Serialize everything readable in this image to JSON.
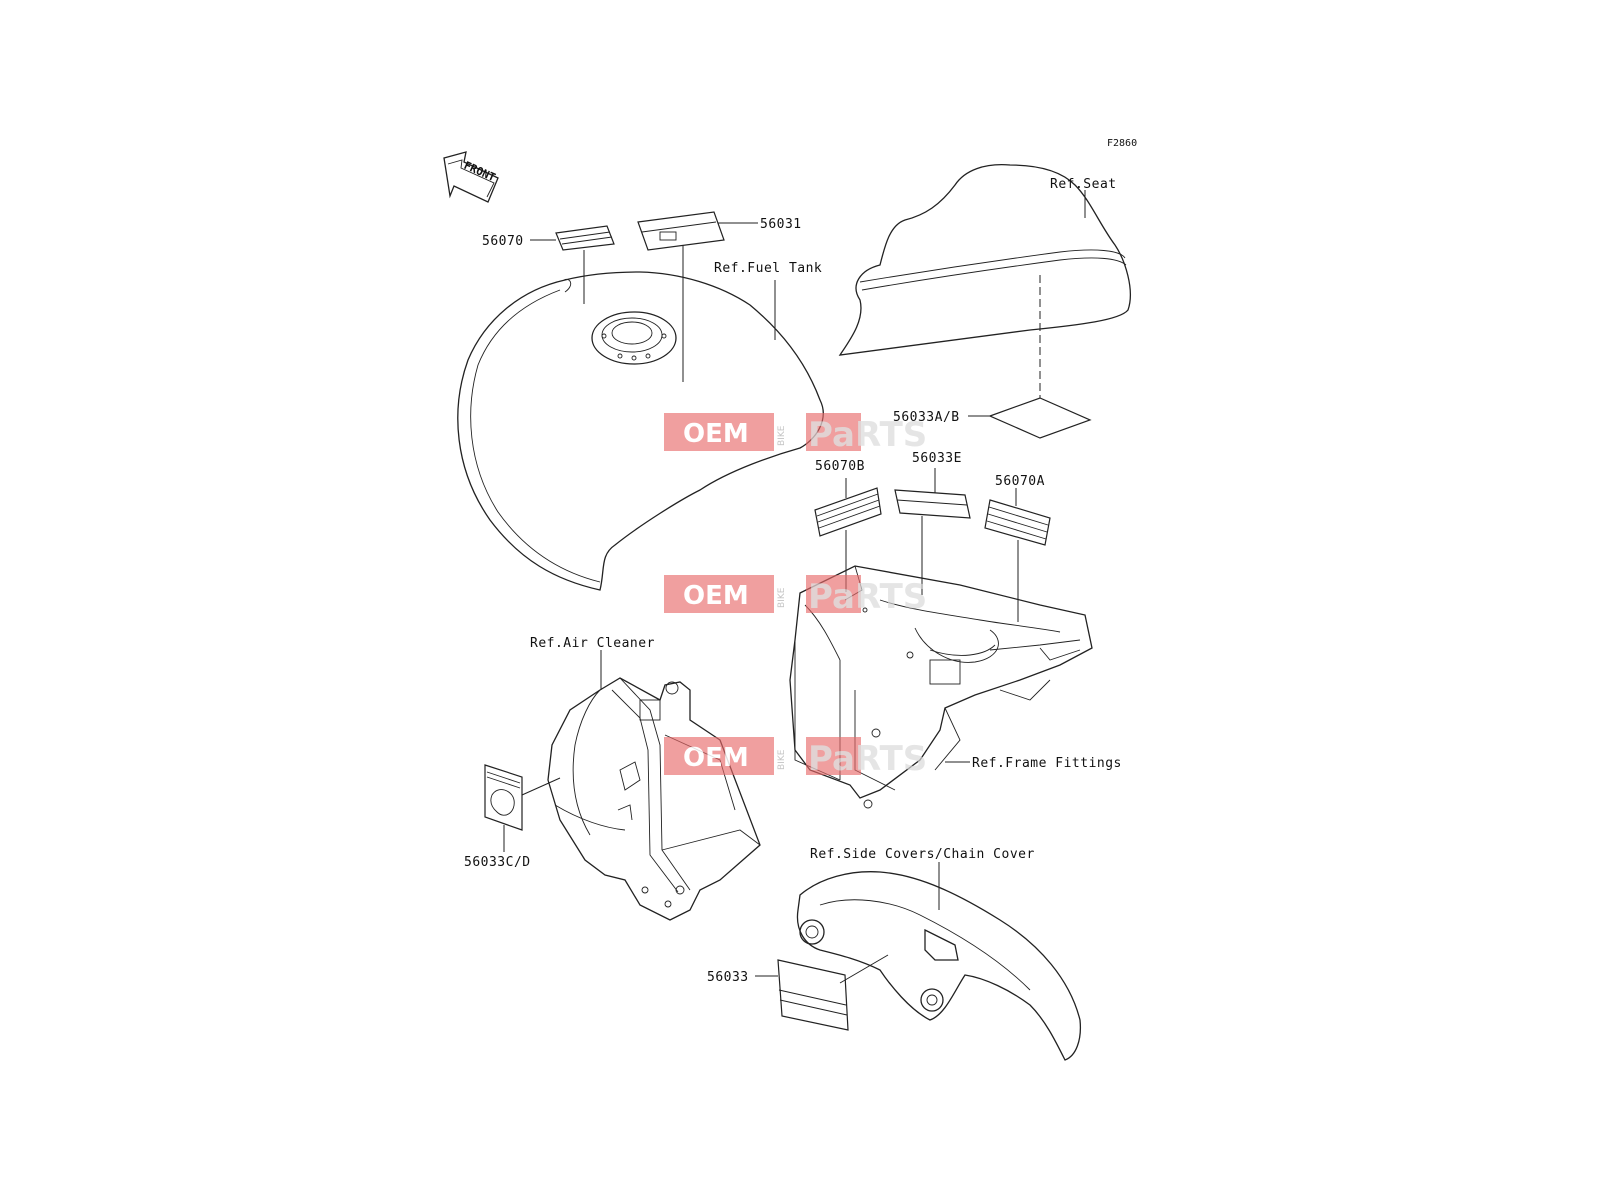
{
  "diagram_code": "F2860",
  "front_arrow": "FRONT",
  "labels": {
    "p56070": "56070",
    "p56031": "56031",
    "fuel_tank": "Ref.Fuel Tank",
    "seat": "Ref.Seat",
    "p56033ab": "56033A/B",
    "p56070b": "56070B",
    "p56033e": "56033E",
    "p56070a": "56070A",
    "air_cleaner": "Ref.Air Cleaner",
    "frame_fittings": "Ref.Frame Fittings",
    "p56033cd": "56033C/D",
    "side_covers": "Ref.Side Covers/Chain Cover",
    "p56033": "56033"
  },
  "watermark": {
    "oem": "OEM",
    "bike": "BIKE",
    "parts": "PaRTS"
  },
  "colors": {
    "line": "#222222",
    "watermark": "#e86a6a"
  }
}
